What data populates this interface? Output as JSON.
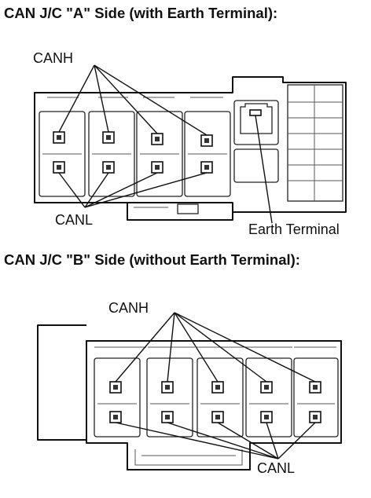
{
  "diagram": {
    "section_a": {
      "title": "CAN J/C \"A\" Side (with Earth Terminal):",
      "canh_label": "CANH",
      "canl_label": "CANL",
      "earth_label": "Earth Terminal"
    },
    "section_b": {
      "title": "CAN J/C \"B\" Side (without Earth Terminal):",
      "canh_label": "CANH",
      "canl_label": "CANL"
    }
  }
}
